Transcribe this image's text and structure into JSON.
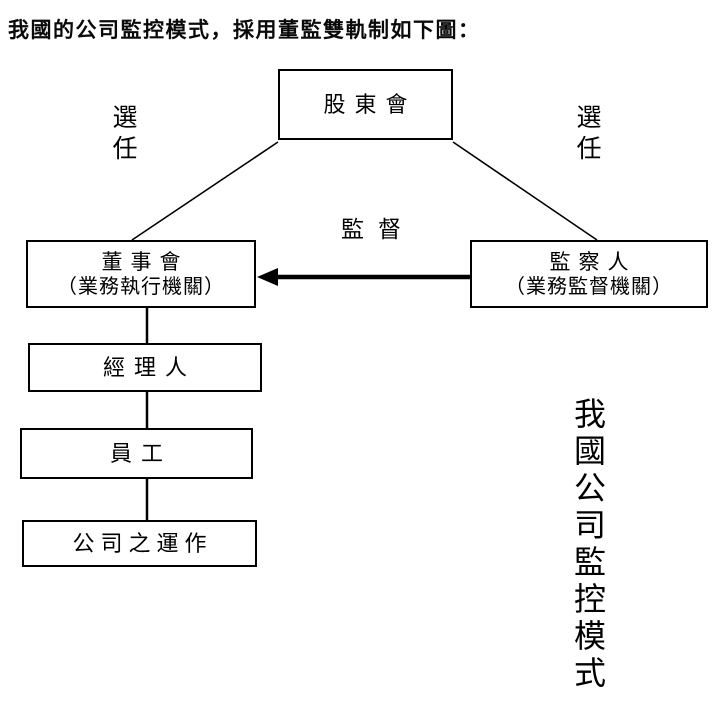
{
  "title": "我國的公司監控模式，採用董監雙軌制如下圖：",
  "nodes": {
    "shareholders": {
      "label": "股東會"
    },
    "board": {
      "label": "董事會",
      "sublabel": "（業務執行機關）"
    },
    "supervisors": {
      "label": "監察人",
      "sublabel": "（業務監督機關）"
    },
    "managers": {
      "label": "經理人"
    },
    "employees": {
      "label": "員工"
    },
    "operations": {
      "label": "公司之運作"
    }
  },
  "edge_labels": {
    "appoint_left": "選任",
    "appoint_right": "選任",
    "supervise": "監督"
  },
  "side_caption": "我國公司監控模式",
  "colors": {
    "background": "#ffffff",
    "ink": "#000000"
  }
}
